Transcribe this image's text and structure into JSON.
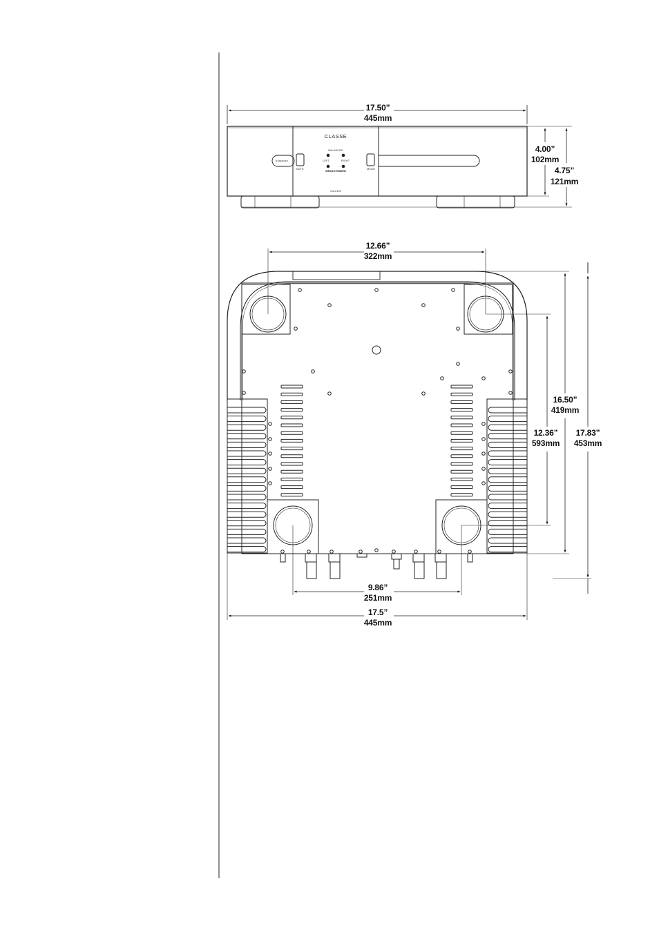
{
  "front_view": {
    "width_in": "17.50”",
    "width_mm": "445mm",
    "body_height_in": "4.00”",
    "body_height_mm": "102mm",
    "total_height_in": "4.75”",
    "total_height_mm": "121mm",
    "panel": {
      "logo": "CLASSE",
      "standby_label": "STANDBY",
      "mute_label": "MUTE",
      "balanced_label": "BALANCED",
      "left_label": "LEFT",
      "right_label": "RIGHT",
      "single_ended_label": "SINGLE ENDED",
      "model_label": "CA-2100",
      "mode_label": "MODE"
    }
  },
  "top_view": {
    "foot_spacing_top_in": "12.66”",
    "foot_spacing_top_mm": "322mm",
    "depth_in": "16.50”",
    "depth_mm": "419mm",
    "foot_spacing_depth_in": "12.36”",
    "foot_spacing_depth_mm": "593mm",
    "total_depth_in": "17.83”",
    "total_depth_mm": "453mm",
    "foot_spacing_bottom_in": "9.86”",
    "foot_spacing_bottom_mm": "251mm",
    "width_in": "17.5”",
    "width_mm": "445mm"
  }
}
